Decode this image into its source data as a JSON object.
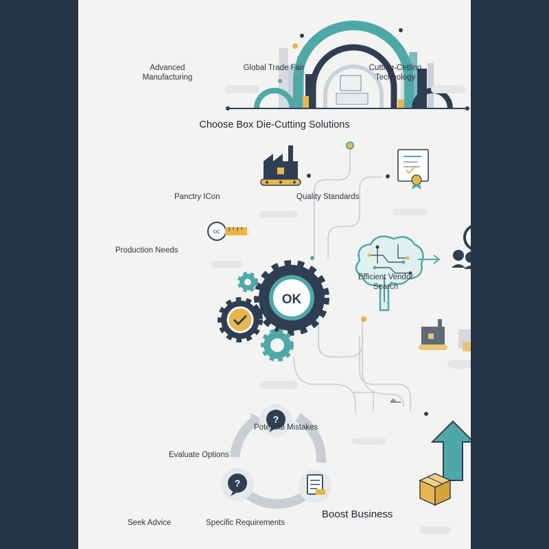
{
  "header": {
    "left_label": "Advanced Manufacturing",
    "center_label": "Global Trade Fair",
    "right_label": "Cutting-Cetting Technology"
  },
  "title": "Choose Box Die-Cutting Solutions",
  "nodes": {
    "factory": "Panctry ICon",
    "quality": "Quality Standards",
    "production": "Production Needs",
    "gear_text": "OK",
    "vendor": "Efficient Vendor Search",
    "mistakes": "Potential Mistakes",
    "evaluate": "Evaluate Options",
    "seek": "Seek Advice",
    "requirements": "Specific Requirements",
    "boost": "Boost Business"
  },
  "colors": {
    "teal": "#4fa8a8",
    "navy": "#2f3e52",
    "gold": "#e8b64c",
    "background": "#243447",
    "panel": "#f3f3f1"
  },
  "icons": [
    "factory-icon",
    "certificate-icon",
    "ruler-icon",
    "gears-icon",
    "brain-circuit-icon",
    "vendor-search-icon",
    "cancel-icon",
    "question-bubble-icon",
    "document-icon",
    "box-icon",
    "up-arrow-icon"
  ]
}
